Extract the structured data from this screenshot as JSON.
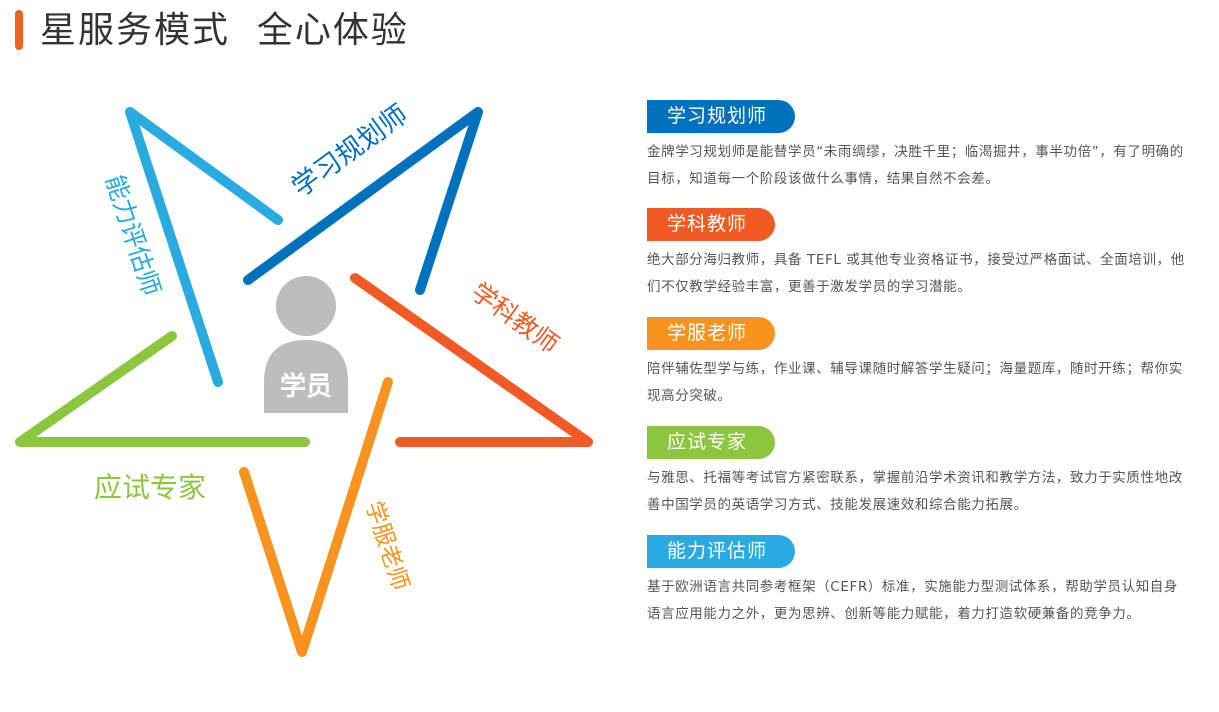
{
  "header": {
    "title": "星服务模式  全心体验"
  },
  "colors": {
    "accent": "#f26322",
    "planner": "#0071bc",
    "teacher": "#f15a24",
    "service": "#f7931e",
    "expert": "#8cc63f",
    "assessor": "#29abe2",
    "avatar": "#bdbdbd"
  },
  "diagram": {
    "center_label": "学员",
    "star_labels": {
      "planner": "学习规划师",
      "teacher": "学科教师",
      "service": "学服老师",
      "expert": "应试专家",
      "assessor": "能力评估师"
    }
  },
  "roles": [
    {
      "label": "学习规划师",
      "color": "#0071bc",
      "description": "金牌学习规划师是能替学员“未雨绸缪，决胜千里；临渴掘井，事半功倍”，有了明确的目标，知道每一个阶段该做什么事情，结果自然不会差。"
    },
    {
      "label": "学科教师",
      "color": "#f15a24",
      "description": "绝大部分海归教师，具备 TEFL 或其他专业资格证书，接受过严格面试、全面培训，他们不仅教学经验丰富，更善于激发学员的学习潜能。"
    },
    {
      "label": "学服老师",
      "color": "#f7931e",
      "description": "陪伴辅佐型学与练，作业课、辅导课随时解答学生疑问；海量题库，随时开练；帮你实现高分突破。"
    },
    {
      "label": "应试专家",
      "color": "#8cc63f",
      "description": "与雅思、托福等考试官方紧密联系，掌握前沿学术资讯和教学方法，致力于实质性地改善中国学员的英语学习方式、技能发展速效和综合能力拓展。"
    },
    {
      "label": "能力评估师",
      "color": "#29abe2",
      "description": "基于欧洲语言共同参考框架（CEFR）标准，实施能力型测试体系，帮助学员认知自身语言应用能力之外，更为思辨、创新等能力赋能，着力打造软硬兼备的竞争力。"
    }
  ]
}
